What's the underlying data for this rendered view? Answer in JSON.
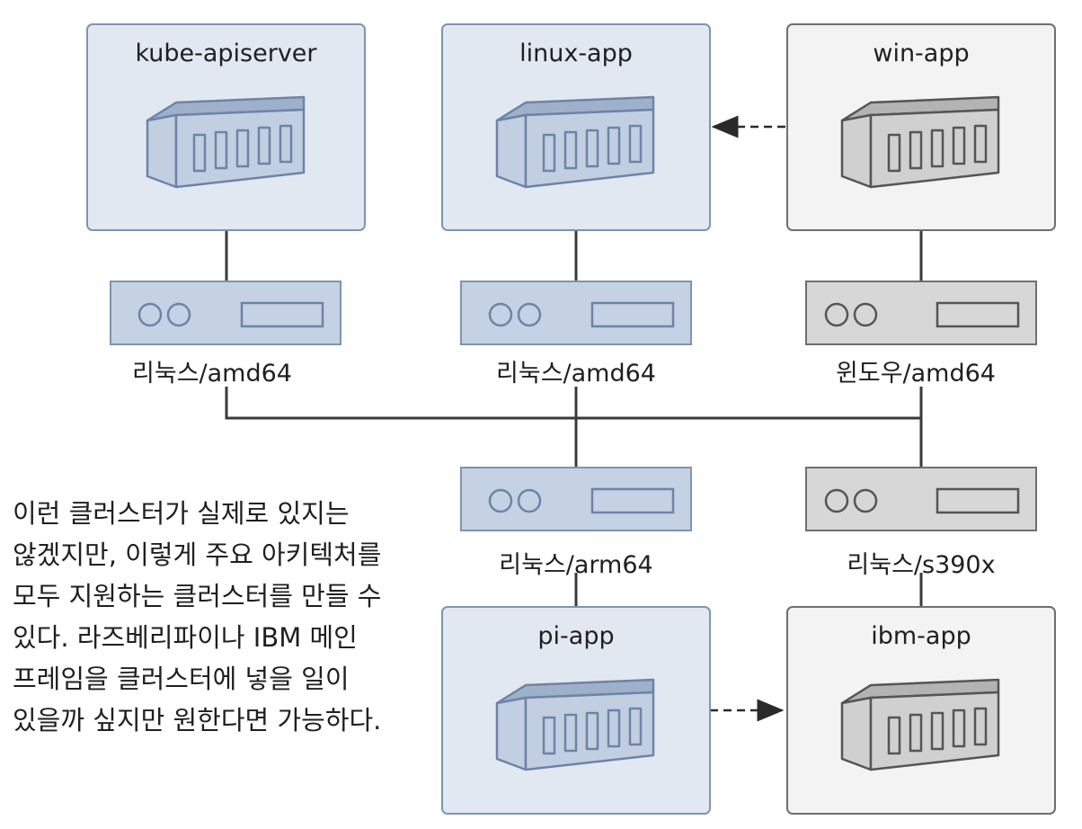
{
  "apps": {
    "kube_apiserver": "kube-apiserver",
    "linux_app": "linux-app",
    "win_app": "win-app",
    "pi_app": "pi-app",
    "ibm_app": "ibm-app"
  },
  "nodes": {
    "linux_amd64_a": "리눅스/amd64",
    "linux_amd64_b": "리눅스/amd64",
    "windows_amd64": "윈도우/amd64",
    "linux_arm64": "리눅스/arm64",
    "linux_s390x": "리눅스/s390x"
  },
  "caption": [
    "이런 클러스터가 실제로 있지는",
    "않겠지만, 이렇게 주요 아키텍처를",
    "모두 지원하는 클러스터를 만들 수",
    "있다. 라즈베리파이나 IBM 메인",
    "프레임을 클러스터에 넣을 일이",
    "있을까 싶지만 원한다면 가능하다."
  ],
  "colors": {
    "linux_fill": "#e2e8f1",
    "linux_border": "#7d94b3",
    "windows_fill": "#f3f3f3",
    "windows_border": "#6f6f6f",
    "wire": "#3a3a3a"
  }
}
